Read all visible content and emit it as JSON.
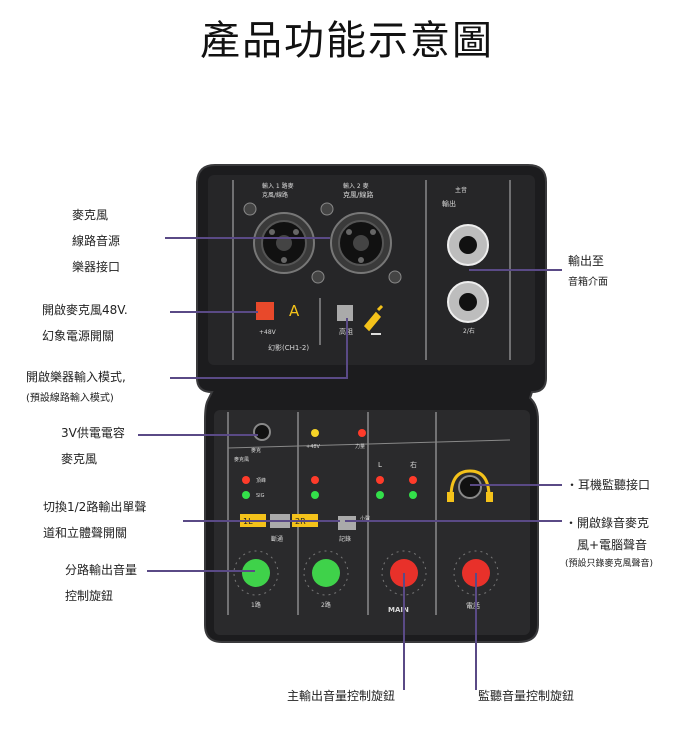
{
  "title": "產品功能示意圖",
  "callouts": {
    "mic_input": [
      "麥克風",
      "線路音源",
      "樂器接口"
    ],
    "phantom": [
      "開啟麥克風48V.",
      "幻象電源開關"
    ],
    "instrument": [
      "開啟樂器輸入模式,",
      "(預設線路輸入模式)"
    ],
    "power_3v": [
      "3V供電電容",
      "麥克風"
    ],
    "mono_stereo": [
      "切換1/2路輸出單聲",
      "道和立體聲開關"
    ],
    "channel_volume": [
      "分路輸出音量",
      "控制旋鈕"
    ],
    "output": [
      "輸出至",
      "音箱介面"
    ],
    "headphone": "・耳機監聽接口",
    "loopback": [
      "・開啟錄音麥克",
      "風+電腦聲音",
      "(預設只錄麥克風聲音)"
    ],
    "main_volume": "主輸出音量控制旋鈕",
    "monitor_volume": "監聽音量控制旋鈕"
  },
  "device": {
    "top": {
      "input1": "輸入 1 路麥",
      "input1_sub": "克風/線路",
      "input2": "輸入 2 麥",
      "input2_sub": "克風/線路",
      "main_top": "主音",
      "output": "輸出",
      "phantom_letter": "A",
      "plus48": "+48V",
      "guitar": "高阻",
      "phantom_label": "幻影(CH1-2)",
      "jack2": "2/右"
    },
    "bottom": {
      "mic": "麥克",
      "mic_power": "麥克風",
      "led_48": "+48V",
      "led_power": "力量",
      "L": "L",
      "R": "右",
      "peak": "頂峰",
      "sig": "SIG",
      "switch_1L": "1L",
      "switch_2R": "2R",
      "mono": "斷通",
      "loop": "記錄",
      "loop_small": "小聲",
      "knob1": "1路",
      "knob2": "2路",
      "main": "MAIN",
      "monitor": "電話"
    }
  },
  "colors": {
    "line": "#5a4a86",
    "phantom_button": "#e8492b",
    "knob_green": "#3fd24a",
    "knob_red": "#e8312a",
    "led_red": "#ff3b2a",
    "led_green": "#33e04a",
    "led_yellow": "#f5d327",
    "accent_yellow": "#f4c21a"
  }
}
